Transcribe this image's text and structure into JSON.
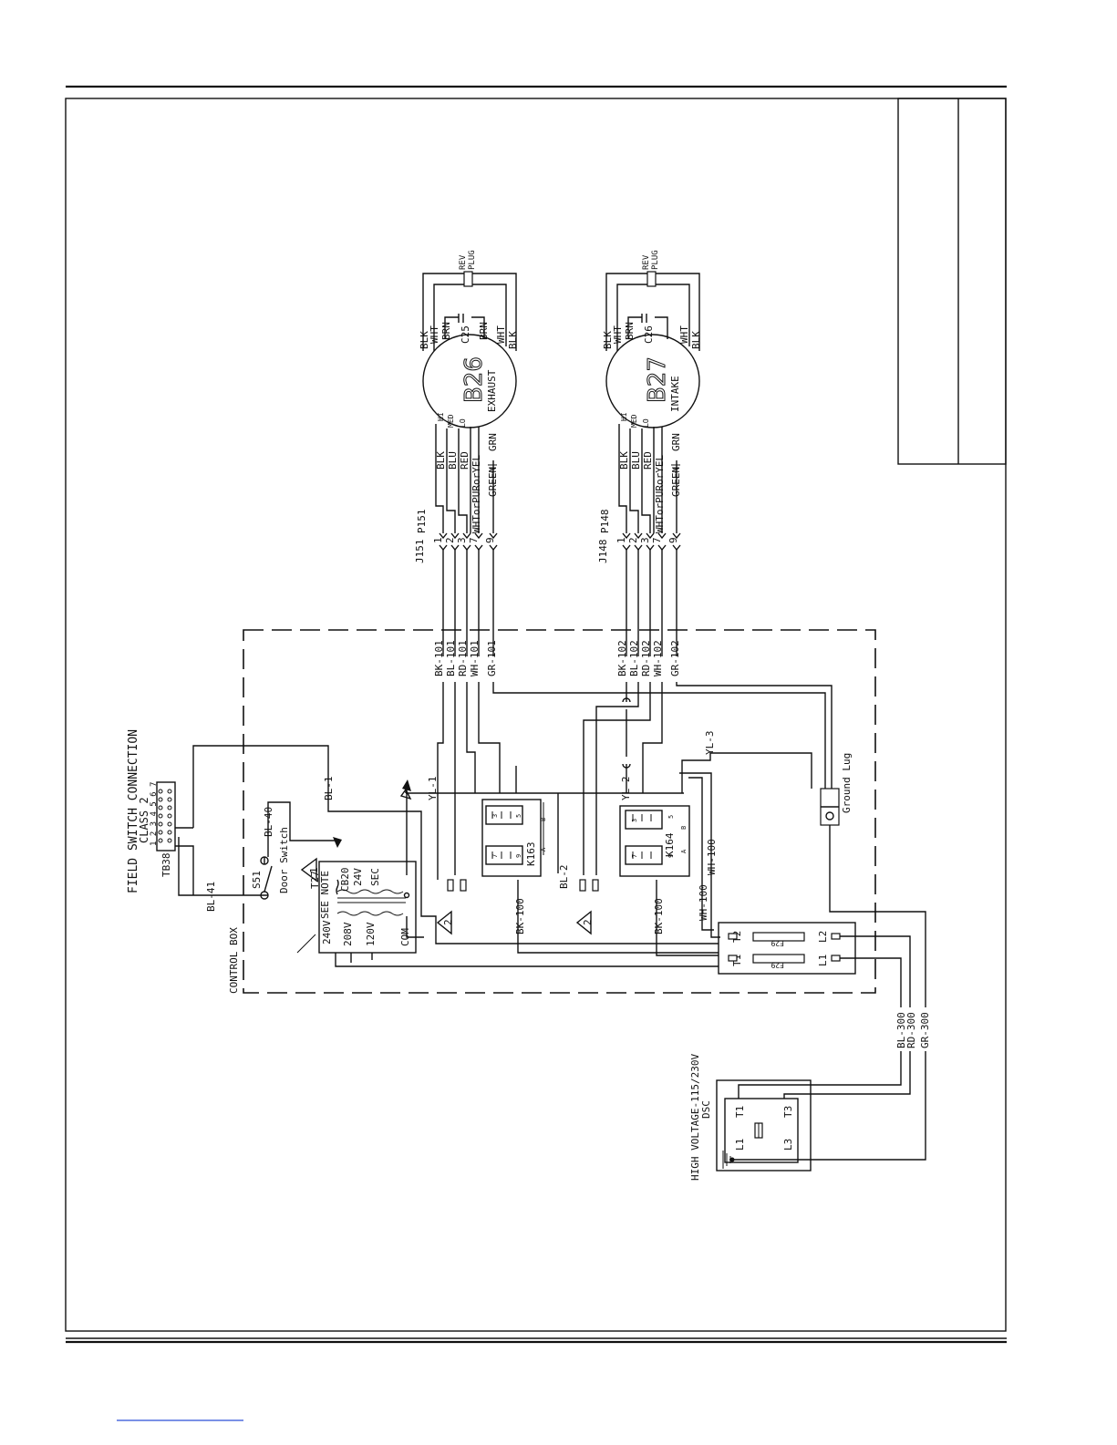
{
  "motors": [
    {
      "id": "B26",
      "function": "EXHAUST",
      "capacitor": "C25",
      "connector_j": "J151",
      "connector_p": "P151",
      "speeds": [
        "HI",
        "MED",
        "LO"
      ],
      "leads_top": [
        "BLK",
        "WHT",
        "BRN",
        "C25",
        "BRN",
        "WHT",
        "BLK"
      ],
      "leads_bottom": [
        "BLK",
        "BLU",
        "RED",
        "WHTorPURorYEL",
        "GREEN"
      ],
      "ground": "GRN",
      "control_wires": [
        "BK-101",
        "BL-101",
        "RD-101",
        "WH-101",
        "GR-101"
      ]
    },
    {
      "id": "B27",
      "function": "INTAKE",
      "capacitor": "C26",
      "connector_j": "J148",
      "connector_p": "P148",
      "speeds": [
        "HI",
        "MED",
        "LO"
      ],
      "leads_top": [
        "BLK",
        "WHT",
        "BRN",
        "C26",
        "WHT",
        "BLK"
      ],
      "leads_bottom": [
        "BLK",
        "BLU",
        "RED",
        "WHTorPURorYEL",
        "GREEN"
      ],
      "ground": "GRN",
      "control_wires": [
        "BK-102",
        "BL-102",
        "RD-102",
        "WH-102",
        "GR-102"
      ]
    }
  ],
  "pins": [
    "1",
    "2",
    "3",
    "7",
    "9"
  ],
  "rev_plug": [
    "REV",
    "PLUG"
  ],
  "relays": [
    "K163",
    "K164"
  ],
  "relay_coil_terminals": [
    "A",
    "B"
  ],
  "relay_contact_numbers": [
    "3",
    "5",
    "7",
    "9"
  ],
  "labels": {
    "field_switch": "FIELD SWITCH CONNECTION",
    "class": "CLASS 2",
    "terminal_block": "TB38",
    "tb_numbers": "1 2 3 4 5 6 7",
    "door_switch_id": "S51",
    "door_switch": "Door Switch",
    "control_box": "CONTROL BOX",
    "see_note": "SEE NOTE",
    "note_num": "1",
    "transformer": "T27",
    "cb": "CB20",
    "v24": "24V",
    "sec": "SEC",
    "v240": "240V",
    "v208": "208V",
    "v120": "120V",
    "com": "COM",
    "warning_2": "2",
    "ground_lug": "Ground Lug",
    "fuse": "F29",
    "hv": "HIGH VOLTAGE-115/230V",
    "dsc": "DSC"
  },
  "wires": {
    "bl1": "BL-1",
    "bl2": "BL-2",
    "bl40": "BL-40",
    "bl41": "BL-41",
    "yl1": "YL-1",
    "yl2": "YL-2",
    "yl3": "YL-3",
    "bk100": "BK-100",
    "wh100": "WH-100",
    "bl300": "BL-300",
    "rd300": "RD-300",
    "gr300": "GR-300"
  },
  "terminals": {
    "t1": "T1",
    "t2": "T2",
    "l1": "L1",
    "l2": "L2",
    "t3": "T3",
    "l3": "L3"
  }
}
